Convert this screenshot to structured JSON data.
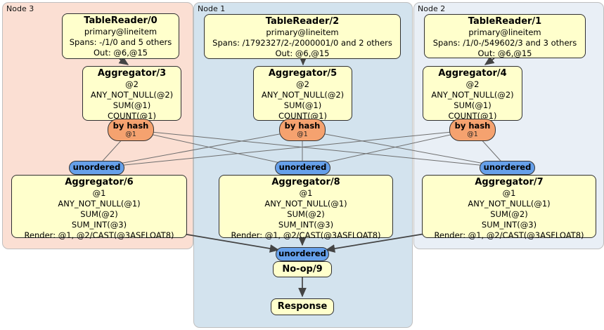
{
  "nodes": [
    {
      "label": "Node 3",
      "reader": {
        "title": "TableReader/0",
        "lines": [
          "primary@lineitem",
          "Spans: -/1/0 and 5 others",
          "Out: @6,@15"
        ]
      },
      "agg1": {
        "title": "Aggregator/3",
        "lines": [
          "@2",
          "ANY_NOT_NULL(@2)",
          "SUM(@1)",
          "COUNT(@1)"
        ]
      },
      "router": {
        "label": "by hash",
        "hash_on": "@1"
      },
      "sync": {
        "label": "unordered"
      },
      "agg2": {
        "title": "Aggregator/6",
        "lines": [
          "@1",
          "ANY_NOT_NULL(@1)",
          "SUM(@2)",
          "SUM_INT(@3)",
          "Render: @1, @2/CAST(@3ASFLOAT8)"
        ]
      }
    },
    {
      "label": "Node 1",
      "reader": {
        "title": "TableReader/2",
        "lines": [
          "primary@lineitem",
          "Spans: /1792327/2-/2000001/0 and 2 others",
          "Out: @6,@15"
        ]
      },
      "agg1": {
        "title": "Aggregator/5",
        "lines": [
          "@2",
          "ANY_NOT_NULL(@2)",
          "SUM(@1)",
          "COUNT(@1)"
        ]
      },
      "router": {
        "label": "by hash",
        "hash_on": "@1"
      },
      "sync": {
        "label": "unordered"
      },
      "agg2": {
        "title": "Aggregator/8",
        "lines": [
          "@1",
          "ANY_NOT_NULL(@1)",
          "SUM(@2)",
          "SUM_INT(@3)",
          "Render: @1, @2/CAST(@3ASFLOAT8)"
        ]
      }
    },
    {
      "label": "Node 2",
      "reader": {
        "title": "TableReader/1",
        "lines": [
          "primary@lineitem",
          "Spans: /1/0-/549602/3 and 3 others",
          "Out: @6,@15"
        ]
      },
      "agg1": {
        "title": "Aggregator/4",
        "lines": [
          "@2",
          "ANY_NOT_NULL(@2)",
          "SUM(@1)",
          "COUNT(@1)"
        ]
      },
      "router": {
        "label": "by hash",
        "hash_on": "@1"
      },
      "sync": {
        "label": "unordered"
      },
      "agg2": {
        "title": "Aggregator/7",
        "lines": [
          "@1",
          "ANY_NOT_NULL(@1)",
          "SUM(@2)",
          "SUM_INT(@3)",
          "Render: @1, @2/CAST(@3ASFLOAT8)"
        ]
      }
    }
  ],
  "final": {
    "sync_label": "unordered",
    "noop_title": "No-op/9",
    "response_title": "Response"
  },
  "colors": {
    "node3_bg": "#fbdfd3",
    "node1_bg": "#d3e3ee",
    "node2_bg": "#e9eff6",
    "box_fill": "#ffffcc",
    "hash_router_fill": "#f5a26f",
    "sync_fill": "#66a0ea"
  }
}
